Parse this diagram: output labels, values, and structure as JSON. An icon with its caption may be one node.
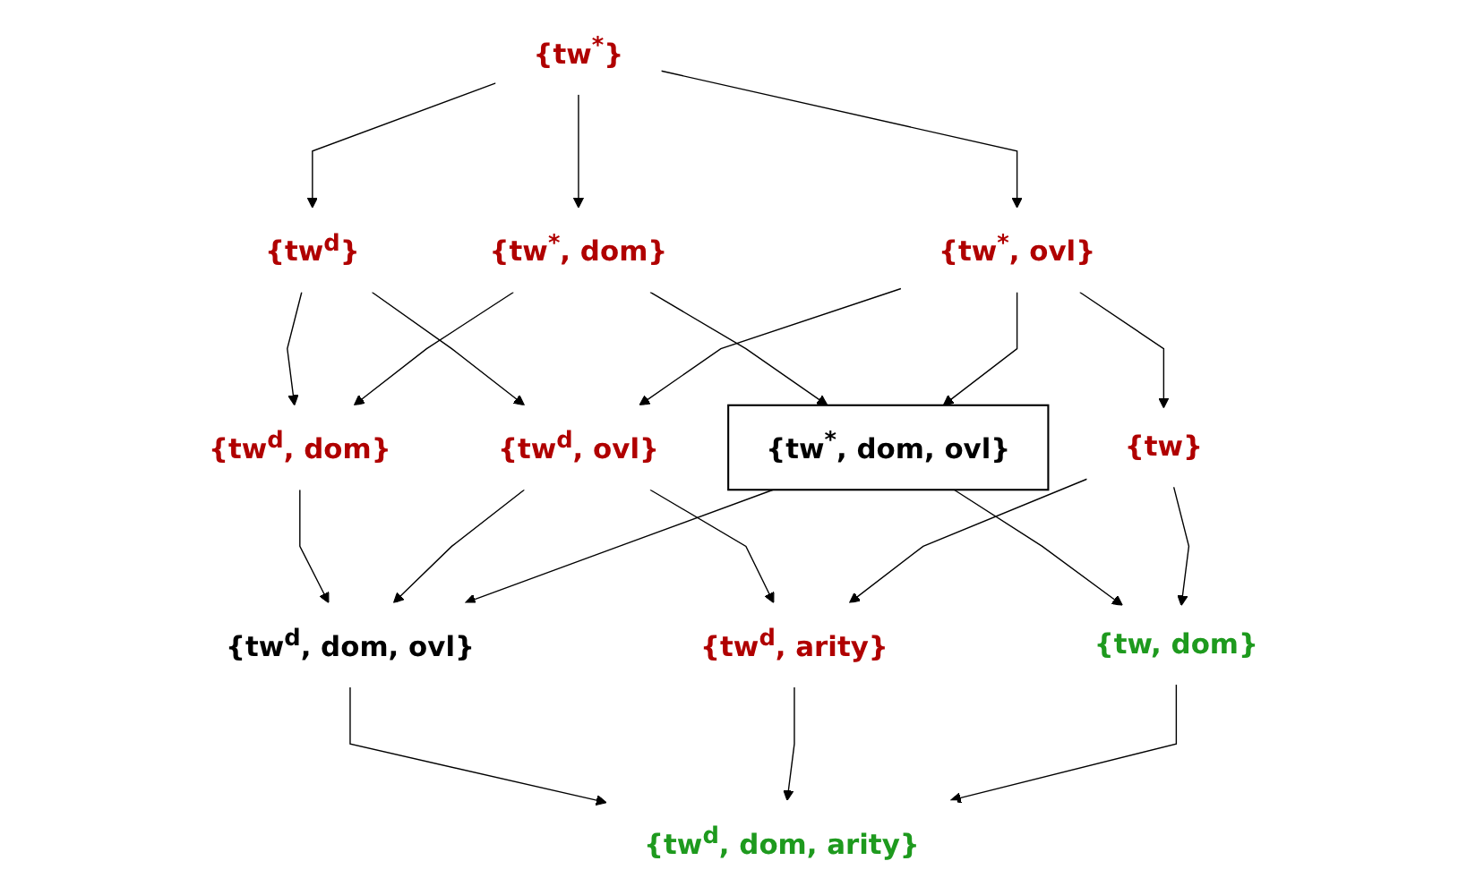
{
  "diagram": {
    "nodes": [
      {
        "text": [
          "{tw$^{*}$}"
        ]
      },
      {
        "text": [
          "{tw$^{d}$}"
        ]
      },
      {
        "text": [
          "{tw$^{*}$, dom}"
        ]
      },
      {
        "text": [
          "{tw$^{*}$, ovl}"
        ]
      },
      {
        "text": [
          "{tw$^{d}$, dom}"
        ]
      },
      {
        "text": [
          "{tw$^{d}$, ovl}"
        ]
      },
      {
        "text": [
          "{tw$^{*}$, dom, ovl}"
        ]
      },
      {
        "text": [
          "{tw}"
        ]
      },
      {
        "text": [
          "{tw$^{d}$, dom, ovl}"
        ]
      },
      {
        "text": [
          "{tw$^{d}$, arity}"
        ]
      },
      {
        "text": [
          "{tw, dom}"
        ]
      },
      {
        "text": [
          "{tw$^{d}$, dom, arity}"
        ]
      }
    ],
    "edges": [
      {
        "from": 0,
        "to": 1,
        "arrow": "to"
      },
      {
        "from": 0,
        "to": 2,
        "arrow": "to"
      },
      {
        "from": 0,
        "to": 3,
        "arrow": "to"
      },
      {
        "from": 1,
        "to": 4,
        "arrow": "to"
      },
      {
        "from": 1,
        "to": 5,
        "arrow": "to"
      },
      {
        "from": 2,
        "to": 4,
        "arrow": "to"
      },
      {
        "from": 2,
        "to": 6,
        "arrow": "to"
      },
      {
        "from": 3,
        "to": 5,
        "arrow": "to"
      },
      {
        "from": 3,
        "to": 6,
        "arrow": "to"
      },
      {
        "from": 3,
        "to": 7,
        "arrow": "to"
      },
      {
        "from": 4,
        "to": 8,
        "arrow": "to"
      },
      {
        "from": 5,
        "to": 8,
        "arrow": "to"
      },
      {
        "from": 5,
        "to": 9,
        "arrow": "to"
      },
      {
        "from": 6,
        "to": 8,
        "arrow": "to"
      },
      {
        "from": 6,
        "to": 10,
        "arrow": "to"
      },
      {
        "from": 7,
        "to": 9,
        "arrow": "to"
      },
      {
        "from": 7,
        "to": 10,
        "arrow": "to"
      },
      {
        "from": 8,
        "to": 11,
        "arrow": "to"
      },
      {
        "from": 9,
        "to": 11,
        "arrow": "to"
      },
      {
        "from": 10,
        "to": 11,
        "arrow": "to"
      }
    ]
  }
}
